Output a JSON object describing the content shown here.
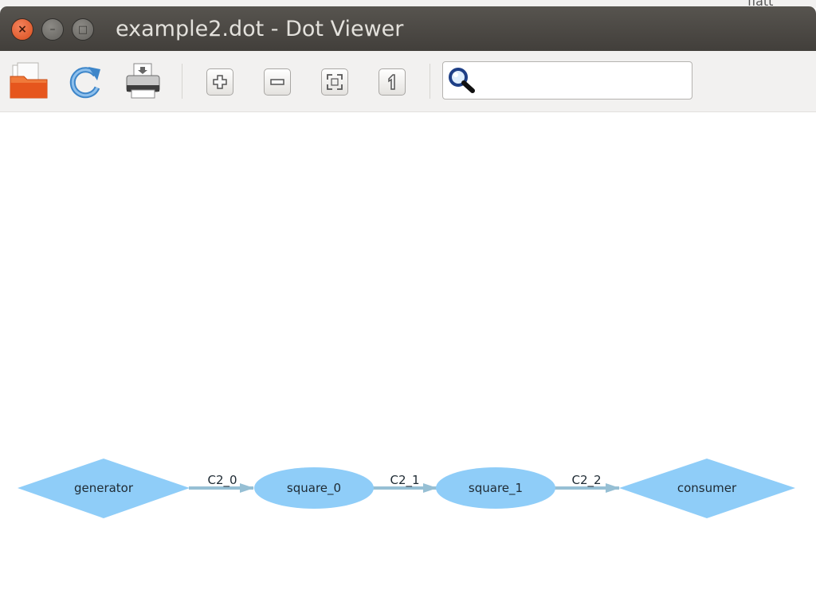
{
  "desktop": {
    "peek_text": "flatt"
  },
  "window": {
    "title": "example2.dot - Dot Viewer",
    "controls": {
      "close": "×",
      "minimize": "–",
      "maximize": "□"
    }
  },
  "toolbar": {
    "buttons": [
      {
        "name": "open",
        "icon": "open-folder-icon"
      },
      {
        "name": "reload",
        "icon": "refresh-icon"
      },
      {
        "name": "print",
        "icon": "printer-icon"
      },
      {
        "name": "zoom-in",
        "icon": "zoom-in-icon"
      },
      {
        "name": "zoom-out",
        "icon": "zoom-out-icon"
      },
      {
        "name": "zoom-fit",
        "icon": "zoom-fit-icon"
      },
      {
        "name": "zoom-100",
        "icon": "zoom-original-icon"
      }
    ],
    "search": {
      "value": "",
      "icon": "search-icon"
    }
  },
  "graph": {
    "colors": {
      "node_fill": "#8fcdf8",
      "edge": "#96bfd4",
      "label": "#1e2a33"
    },
    "nodes": [
      {
        "id": "generator",
        "label": "generator",
        "shape": "diamond"
      },
      {
        "id": "square_0",
        "label": "square_0",
        "shape": "ellipse"
      },
      {
        "id": "square_1",
        "label": "square_1",
        "shape": "ellipse"
      },
      {
        "id": "consumer",
        "label": "consumer",
        "shape": "diamond"
      }
    ],
    "edges": [
      {
        "from": "generator",
        "to": "square_0",
        "label": "C2_0"
      },
      {
        "from": "square_0",
        "to": "square_1",
        "label": "C2_1"
      },
      {
        "from": "square_1",
        "to": "consumer",
        "label": "C2_2"
      }
    ]
  }
}
